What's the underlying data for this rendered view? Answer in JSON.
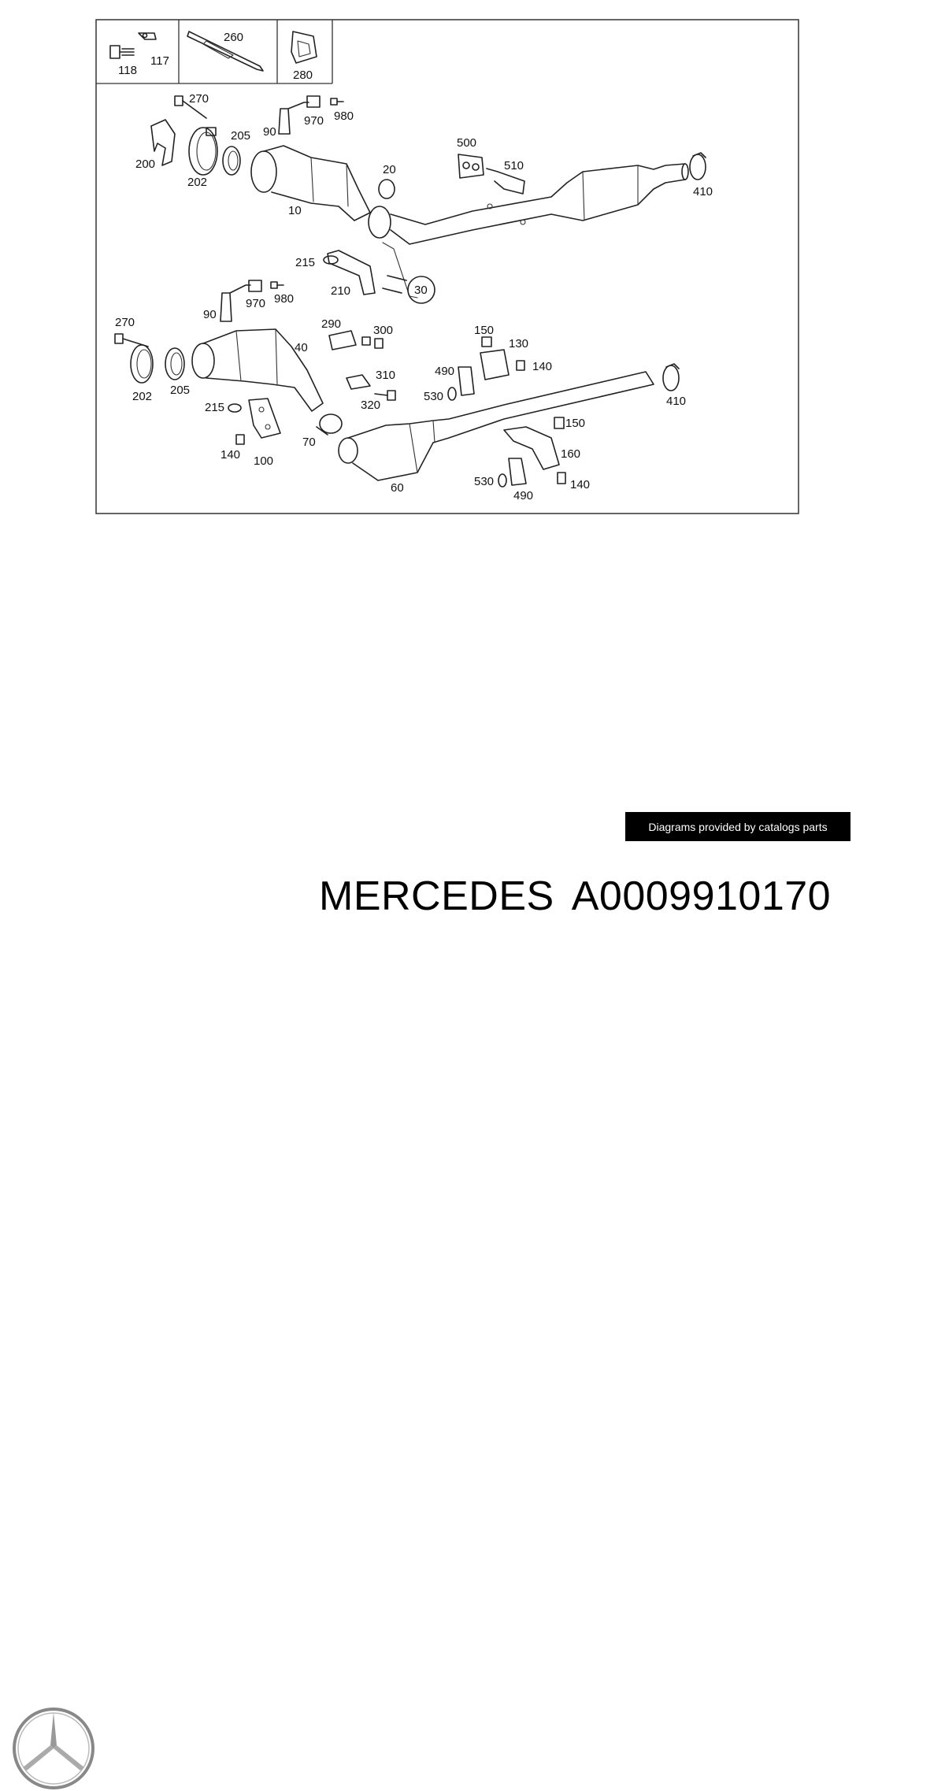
{
  "diagram": {
    "callouts": {
      "c118": "118",
      "c117": "117",
      "c260": "260",
      "c280": "280",
      "c270a": "270",
      "c90a": "90",
      "c970a": "970",
      "c980a": "980",
      "c200": "200",
      "c202a": "202",
      "c205a": "205",
      "c10": "10",
      "c20": "20",
      "c500": "500",
      "c510": "510",
      "c410a": "410",
      "c215a": "215",
      "c210": "210",
      "c30": "30",
      "c90b": "90",
      "c970b": "970",
      "c980b": "980",
      "c270b": "270",
      "c202b": "202",
      "c205b": "205",
      "c40": "40",
      "c290": "290",
      "c300": "300",
      "c310": "310",
      "c320": "320",
      "c150a": "150",
      "c130": "130",
      "c140a": "140",
      "c490a": "490",
      "c530a": "530",
      "c410b": "410",
      "c215b": "215",
      "c140b": "140",
      "c100": "100",
      "c70": "70",
      "c60": "60",
      "c150b": "150",
      "c160": "160",
      "c530b": "530",
      "c490b": "490",
      "c140c": "140"
    }
  },
  "credit": "Diagrams provided by catalogs parts",
  "brand": "MERCEDES",
  "part_number": "A0009910170",
  "icons": {
    "logo": "mercedes-star-logo-icon"
  }
}
